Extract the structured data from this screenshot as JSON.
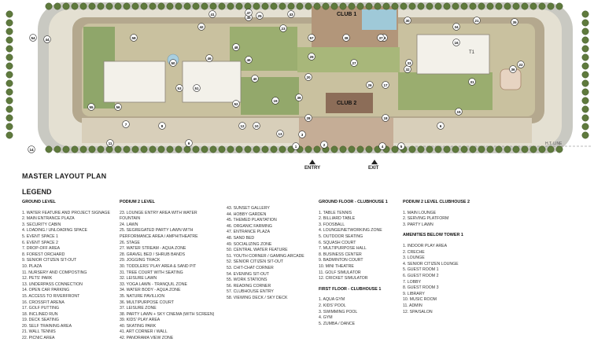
{
  "title": "MASTER LAYOUT PLAN",
  "legend_title": "LEGEND",
  "gates": {
    "entry": "ENTRY",
    "exit": "EXIT"
  },
  "ht_line": "H.T. LINE",
  "clubs": {
    "club1": "CLUB 1",
    "club2": "CLUB 2"
  },
  "tower": "T1",
  "map_markers": [
    "1",
    "2",
    "3",
    "4",
    "5",
    "6",
    "7",
    "8",
    "9",
    "10",
    "11",
    "12",
    "13",
    "14",
    "15",
    "16",
    "17",
    "18",
    "19",
    "20",
    "21",
    "22",
    "23",
    "24",
    "25",
    "26",
    "27",
    "28",
    "29",
    "30",
    "31",
    "32",
    "33",
    "34",
    "35",
    "36",
    "37",
    "38",
    "39",
    "40",
    "41",
    "42",
    "43",
    "44",
    "45",
    "46",
    "47",
    "48",
    "49",
    "50",
    "51",
    "52",
    "53",
    "54",
    "55",
    "56",
    "57",
    "58"
  ],
  "legend": {
    "ground_level": {
      "heading": "GROUND LEVEL",
      "items": [
        "1. WATER FEATURE AND PROJECT SIGNAGE",
        "2. MAIN ENTRANCE PLAZA",
        "3. SECURITY CABIN",
        "4. LOADING / UNLOADING SPACE",
        "5. EVENT SPACE 1",
        "6. EVENT SPACE 2",
        "7. DROP-OFF AREA",
        "8. FOREST ORCHARD",
        "9. SENIOR CITIZEN SIT-OUT",
        "10. PLAZA",
        "11. NURSERY AND COMPOSTING",
        "12. PETS' PARK",
        "13. UNDERPASS CONNECTION",
        "14. OPEN CAR PARKING",
        "15. ACCESS TO RIVERFRONT",
        "16. CROSSFIT ARENA",
        "17. GOLF PUTTING",
        "18. INCLINED RUN",
        "19. DECK SEATING",
        "20. SELF TRAINING AREA",
        "21. WALL TENNIS",
        "22. PICNIC AREA"
      ]
    },
    "podium_2_level": {
      "heading": "PODIUM 2 LEVEL",
      "items": [
        "23. LOUNGE ENTRY AREA WITH WATER",
        "FOUNTAIN",
        "24. LAWN",
        "25. SEGREGATED PARTY LAWN WITH",
        "PERFORMANCE AREA / AMPHITHEATRE",
        "26. STAGE",
        "27. WATER STREAM - AQUA ZONE",
        "28. GRAVEL BED / SHRUB BANDS",
        "29. JOGGING TRACK",
        "30. TODDLERS' PLAY AREA & SAND PIT",
        "31. TREE COURT WITH SEATING",
        "32. LEISURE LAWN",
        "33. YOGA LAWN - TRANQUIL ZONE",
        "34. WATER BODY - AQUA ZONE",
        "35. NATURE PAVILLION",
        "36. MULTIPURPOSE COURT",
        "37. LEISURE ZONE",
        "38. PARTY LAWN + SKY CINEMA (WITH SCREEN)",
        "39. KIDS' PLAY AREA",
        "40. SKATING PARK",
        "41. ART CORNER / WALL",
        "42. PANORAMA VIEW ZONE"
      ]
    },
    "continued": {
      "items": [
        "43. SUNSET GALLERY",
        "44. HOBBY GARDEN",
        "45. THEMED PLANTATION",
        "46. ORGANIC FARMING",
        "47. ENTRANCE PLAZA",
        "48. SAND BED",
        "49. SOCIALIZING ZONE",
        "50. CENTRAL WATER FEATURE",
        "51. YOUTH CORNER / GAMING ARCADE",
        "52. SENIOR CITIZEN SIT-OUT",
        "53. CHIT-CHAT CORNER",
        "54. EVENING SIT-OUT",
        "55. WORK STATIONS",
        "56. READING CORNER",
        "57. CLUBHOUSE ENTRY",
        "58. VIEWING DECK / SKY DECK"
      ]
    },
    "clubhouse_1_ground": {
      "heading": "GROUND FLOOR - CLUBHOUSE 1",
      "items": [
        "1. TABLE TENNIS",
        "2. BILLIARD TABLE",
        "3. FOOSBALL",
        "4. LOUNGE/NETWORKING ZONE",
        "5. OUTDOOR SEATING",
        "6. SQUASH COURT",
        "7. MULTIPURPOSE HALL",
        "8. BUSINESS CENTER",
        "9. BADMINTON COURT",
        "10. MINI THEATRE",
        "11. GOLF SIMULATOR",
        "12. CRICKET SIMULATOR"
      ]
    },
    "clubhouse_1_first": {
      "heading": "FIRST FLOOR - CLUBHOUSE 1",
      "items": [
        "1. AQUA GYM",
        "2. KIDS' POOL",
        "3. SWIMMING POOL",
        "4. GYM",
        "5. ZUMBA / DANCE"
      ]
    },
    "clubhouse_2_podium": {
      "heading": "PODIUM 2 LEVEL CLUBHOUSE 2",
      "items": [
        "1. MAIN LOUNGE",
        "2. SERVING PLATFORM",
        "3. PARTY LAWN"
      ]
    },
    "amenities_tower_1": {
      "heading": "AMENITIES BELOW TOWER 1",
      "items": [
        "1. INDOOR PLAY AREA",
        "2. CRECHE",
        "3. LOUNGE",
        "4. SENIOR CITIZEN LOUNGE",
        "5. GUEST ROOM 1",
        "6. GUEST ROOM 2",
        "7. LOBBY",
        "8. GUEST ROOM 3",
        "9. LIBRARY",
        "10. MUSIC ROOM",
        "11. ADMIN",
        "12. SPA/SALON"
      ]
    }
  }
}
